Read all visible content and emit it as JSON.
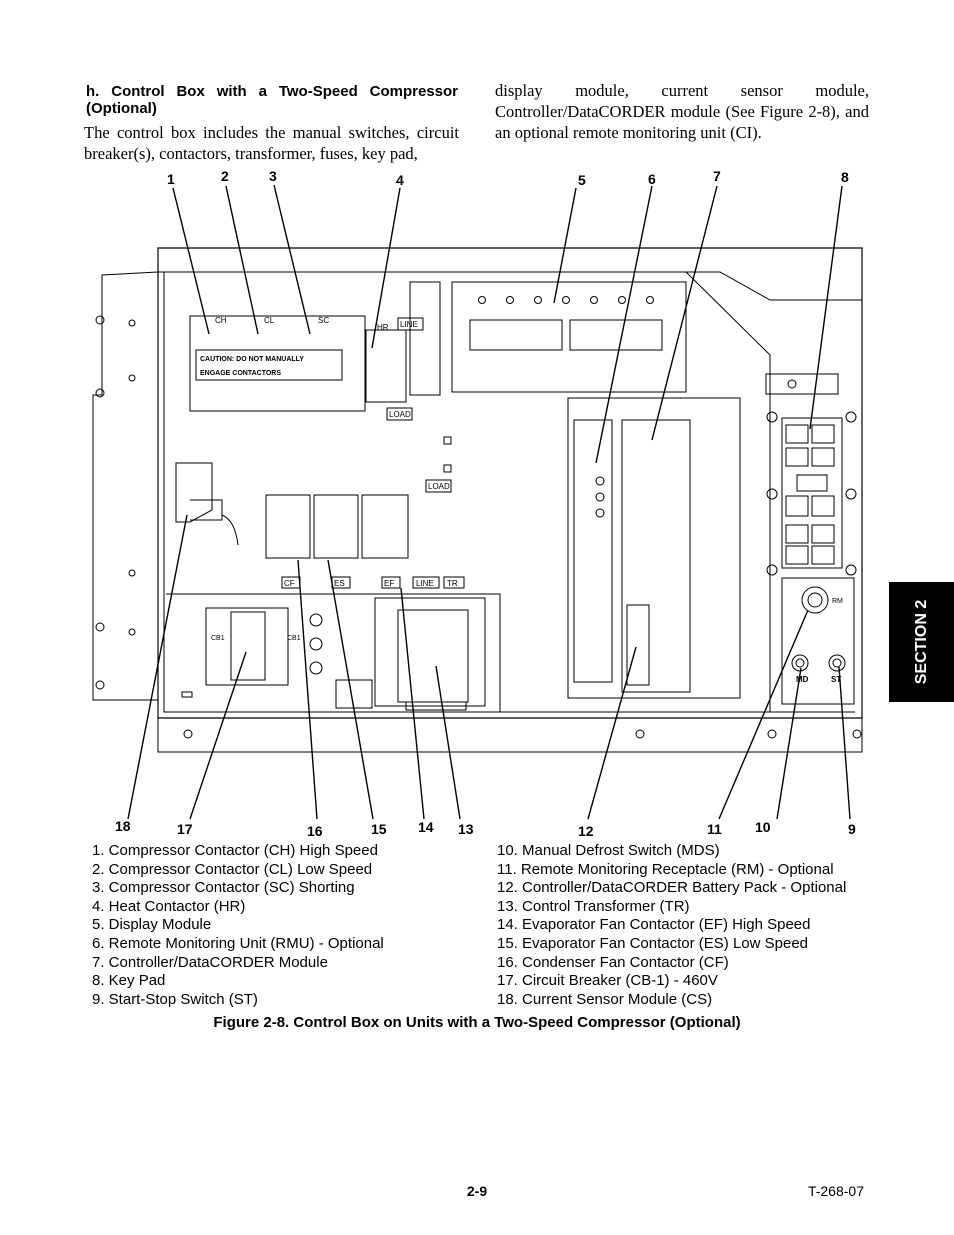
{
  "section": {
    "heading": "h. Control Box with a Two-Speed Compressor (Optional)",
    "paragraph_left": "The control box includes the manual switches, circuit breaker(s), contactors, transformer, fuses, key pad,",
    "paragraph_right": "display module, current sensor module, Controller/DataCORDER module (See Figure 2-8), and an optional remote monitoring unit (CI)."
  },
  "drawing": {
    "labels": {
      "ch": "CH",
      "cl": "CL",
      "sc": "SC",
      "hr": "HR",
      "line_top": "LINE",
      "load_top": "LOAD",
      "load_mid": "LOAD",
      "cf": "CF",
      "es": "ES",
      "ef": "EF",
      "line_bottom": "LINE",
      "tr": "TR",
      "caution_line1": "CAUTION: DO NOT MANUALLY",
      "caution_line2": "ENGAGE CONTACTORS",
      "rm": "RM",
      "md": "MD",
      "st": "ST",
      "cb1_left": "CB1",
      "cb1_right": "CB1"
    },
    "callouts": [
      "1",
      "2",
      "3",
      "4",
      "5",
      "6",
      "7",
      "8",
      "9",
      "10",
      "11",
      "12",
      "13",
      "14",
      "15",
      "16",
      "17",
      "18"
    ]
  },
  "legend": {
    "left": [
      "1. Compressor Contactor (CH) High Speed",
      "2. Compressor Contactor (CL) Low Speed",
      "3. Compressor Contactor (SC) Shorting",
      "4. Heat Contactor (HR)",
      "5. Display Module",
      "6. Remote Monitoring Unit (RMU) - Optional",
      "7. Controller/DataCORDER Module",
      "8. Key Pad",
      "9. Start-Stop Switch (ST)"
    ],
    "right": [
      "10. Manual Defrost Switch (MDS)",
      "11. Remote Monitoring Receptacle (RM) - Optional",
      "12. Controller/DataCORDER Battery Pack - Optional",
      "13. Control Transformer (TR)",
      "14. Evaporator Fan Contactor (EF) High Speed",
      "15. Evaporator Fan Contactor (ES) Low Speed",
      "16. Condenser Fan Contactor (CF)",
      "17. Circuit Breaker (CB-1) - 460V",
      "18. Current Sensor Module (CS)"
    ]
  },
  "caption": "Figure 2-8. Control Box on Units with a Two-Speed Compressor (Optional)",
  "side_tab": "SECTION 2",
  "footer": {
    "page_number": "2-9",
    "doc_id": "T-268-07"
  }
}
